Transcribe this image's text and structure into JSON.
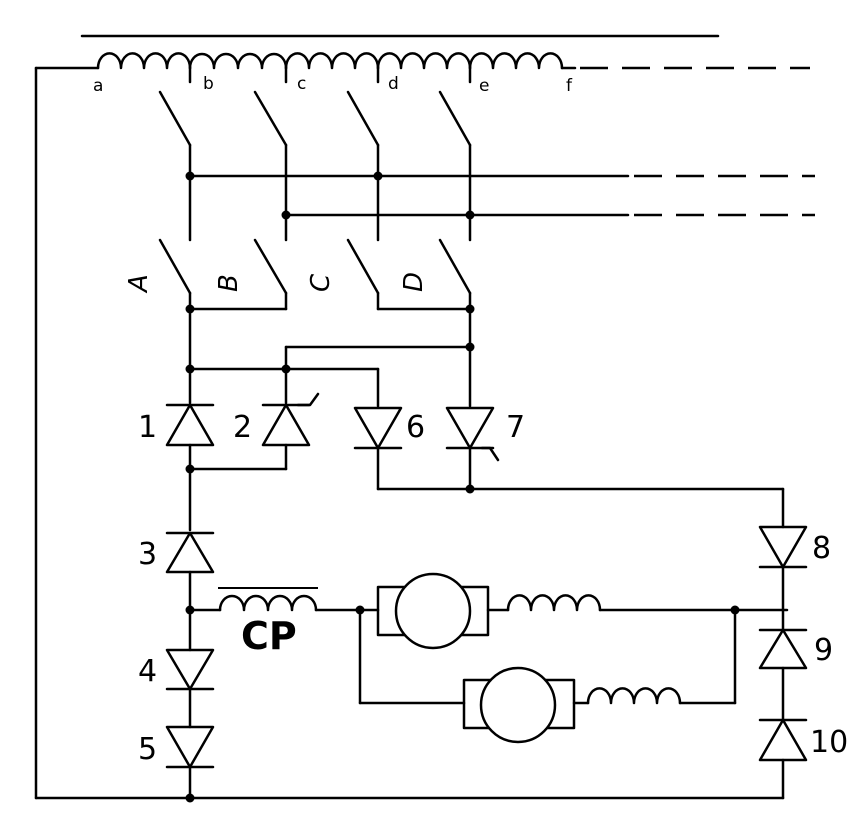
{
  "taps": [
    "a",
    "b",
    "c",
    "d",
    "e",
    "f"
  ],
  "switches": [
    "A",
    "B",
    "C",
    "D"
  ],
  "diodes": [
    "1",
    "2",
    "3",
    "4",
    "5",
    "6",
    "7",
    "8",
    "9",
    "10"
  ],
  "reactor": "CP"
}
